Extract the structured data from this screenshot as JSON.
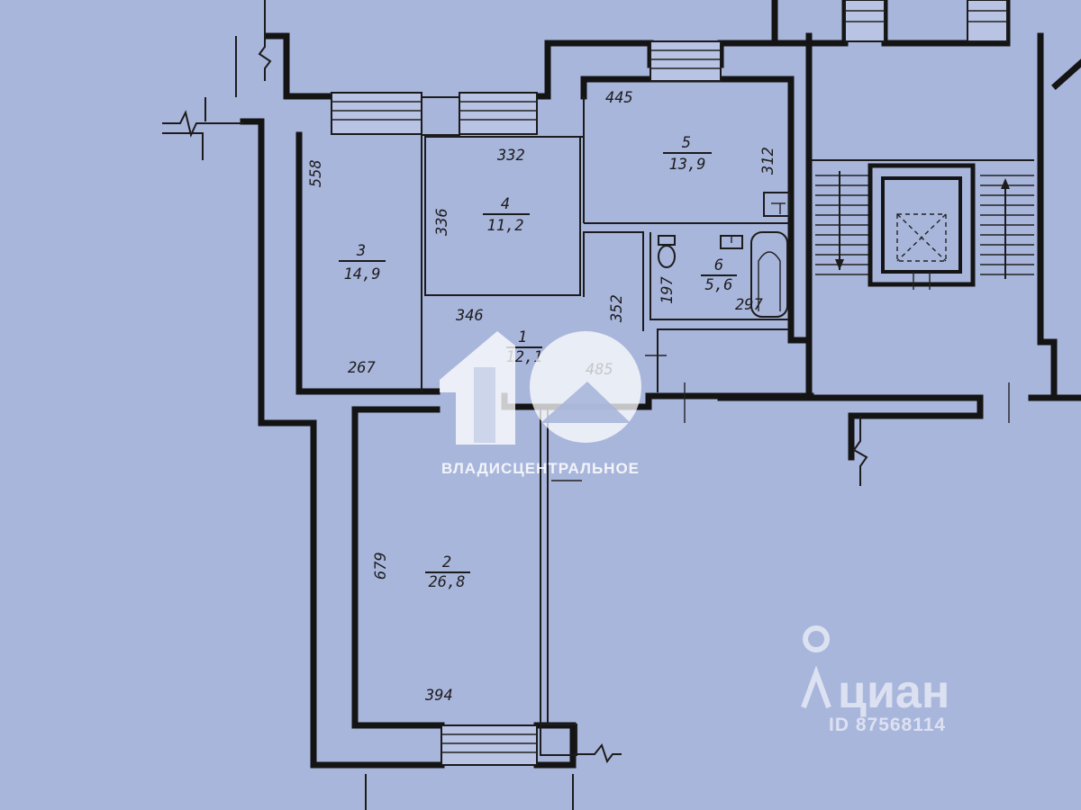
{
  "rooms": [
    {
      "number": "1",
      "area": "12,1"
    },
    {
      "number": "2",
      "area": "26,8"
    },
    {
      "number": "3",
      "area": "14,9"
    },
    {
      "number": "4",
      "area": "11,2"
    },
    {
      "number": "5",
      "area": "13,9"
    },
    {
      "number": "6",
      "area": "5,6"
    }
  ],
  "dimensions": {
    "d445": "445",
    "d332": "332",
    "d312": "312",
    "d558": "558",
    "d336": "336",
    "d346": "346",
    "d352": "352",
    "d197": "197",
    "d297": "297",
    "d267": "267",
    "d485": "485",
    "d679": "679",
    "d394": "394"
  },
  "watermarks": {
    "agency_logo": "10",
    "agency_name": "ВЛАДИСЦЕНТРАЛЬНОЕ",
    "cian_brand": "циан",
    "cian_id": "ID 87568114"
  }
}
